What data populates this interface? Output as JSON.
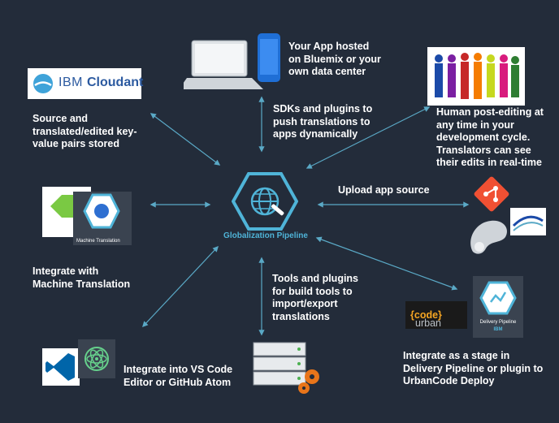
{
  "hub": {
    "label": "Globalization Pipeline",
    "icon": "globe-wrench-hexagon-icon"
  },
  "labels": {
    "app_hosted": "Your App hosted\non Bluemix or your\nown data center",
    "sdks": "SDKs and plugins to\npush translations to\napps dynamically",
    "cloudant_store": "Source and\ntranslated/edited key-\nvalue pairs stored",
    "human_edit": "Human post-editing at\nany time in your\ndevelopment cycle.\nTranslators can see\ntheir edits in real-time",
    "upload": "Upload app source",
    "machine_translation": "Integrate with\nMachine Translation",
    "build_tools": "Tools and plugins\nfor build tools to\nimport/export\ntranslations",
    "vscode": "Integrate into VS Code\nEditor or GitHub Atom",
    "delivery": "Integrate as a  stage in\nDelivery Pipeline or plugin to\nUrbanCode Deploy"
  },
  "logos": {
    "cloudant_prefix": "IBM",
    "cloudant_name": "Cloudant",
    "machine_translation_card": "Machine Translation",
    "urbancode_urban": "urban",
    "urbancode_code": "{code}",
    "delivery_pipeline_card": "Delivery Pipeline",
    "delivery_pipeline_ibm": "IBM"
  },
  "colors": {
    "background": "#232c3a",
    "accent": "#4fb4d8",
    "arrow": "#5aa9c6",
    "git": "#f05033",
    "urbancode_brace": "#f6a623"
  }
}
